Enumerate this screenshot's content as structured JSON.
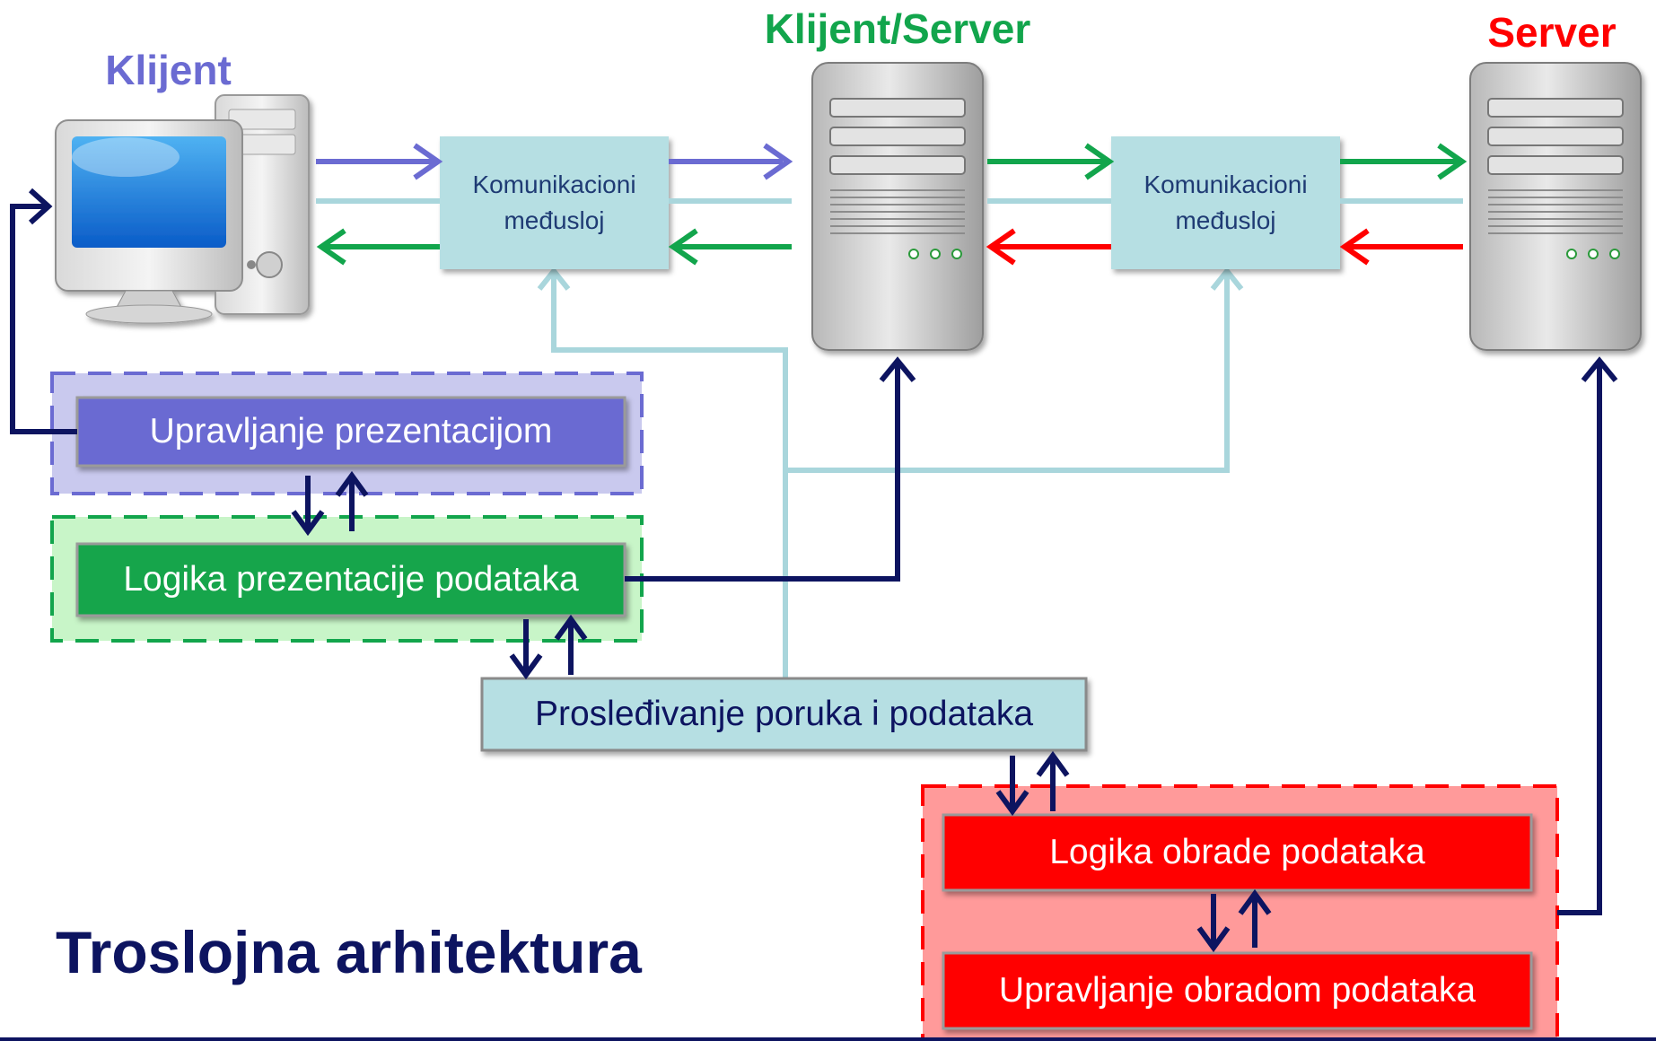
{
  "labels": {
    "client": "Klijent",
    "client_server": "Klijent/Server",
    "server": "Server"
  },
  "middleware": {
    "left_line1": "Komunikacioni",
    "left_line2": "međusloj",
    "right_line1": "Komunikacioni",
    "right_line2": "međusloj"
  },
  "boxes": {
    "presentation_mgmt": "Upravljanje prezentacijom",
    "presentation_logic": "Logika prezentacije podataka",
    "message_forwarding": "Prosleđivanje poruka i podataka",
    "processing_logic": "Logika obrade podataka",
    "processing_mgmt": "Upravljanje obradom podataka"
  },
  "title": "Troslojna arhitektura",
  "colors": {
    "client": "#6b6bd2",
    "client_server": "#12a54c",
    "server": "#ff0000",
    "middleware": "#b6dfe3",
    "navy": "#0d1460",
    "light_link": "#a9d6dc"
  }
}
